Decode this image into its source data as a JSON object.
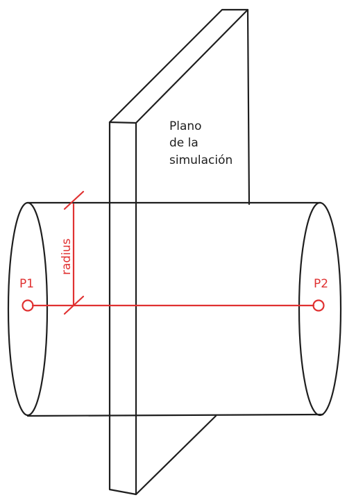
{
  "plane_label": [
    "Plano",
    "de la",
    "simulación"
  ],
  "radius_label": "radius",
  "point_start_label": "P1",
  "point_end_label": "P2",
  "colors": {
    "ink": "#1e1e1e",
    "annotation": "#e03131",
    "background": "#ffffff"
  }
}
